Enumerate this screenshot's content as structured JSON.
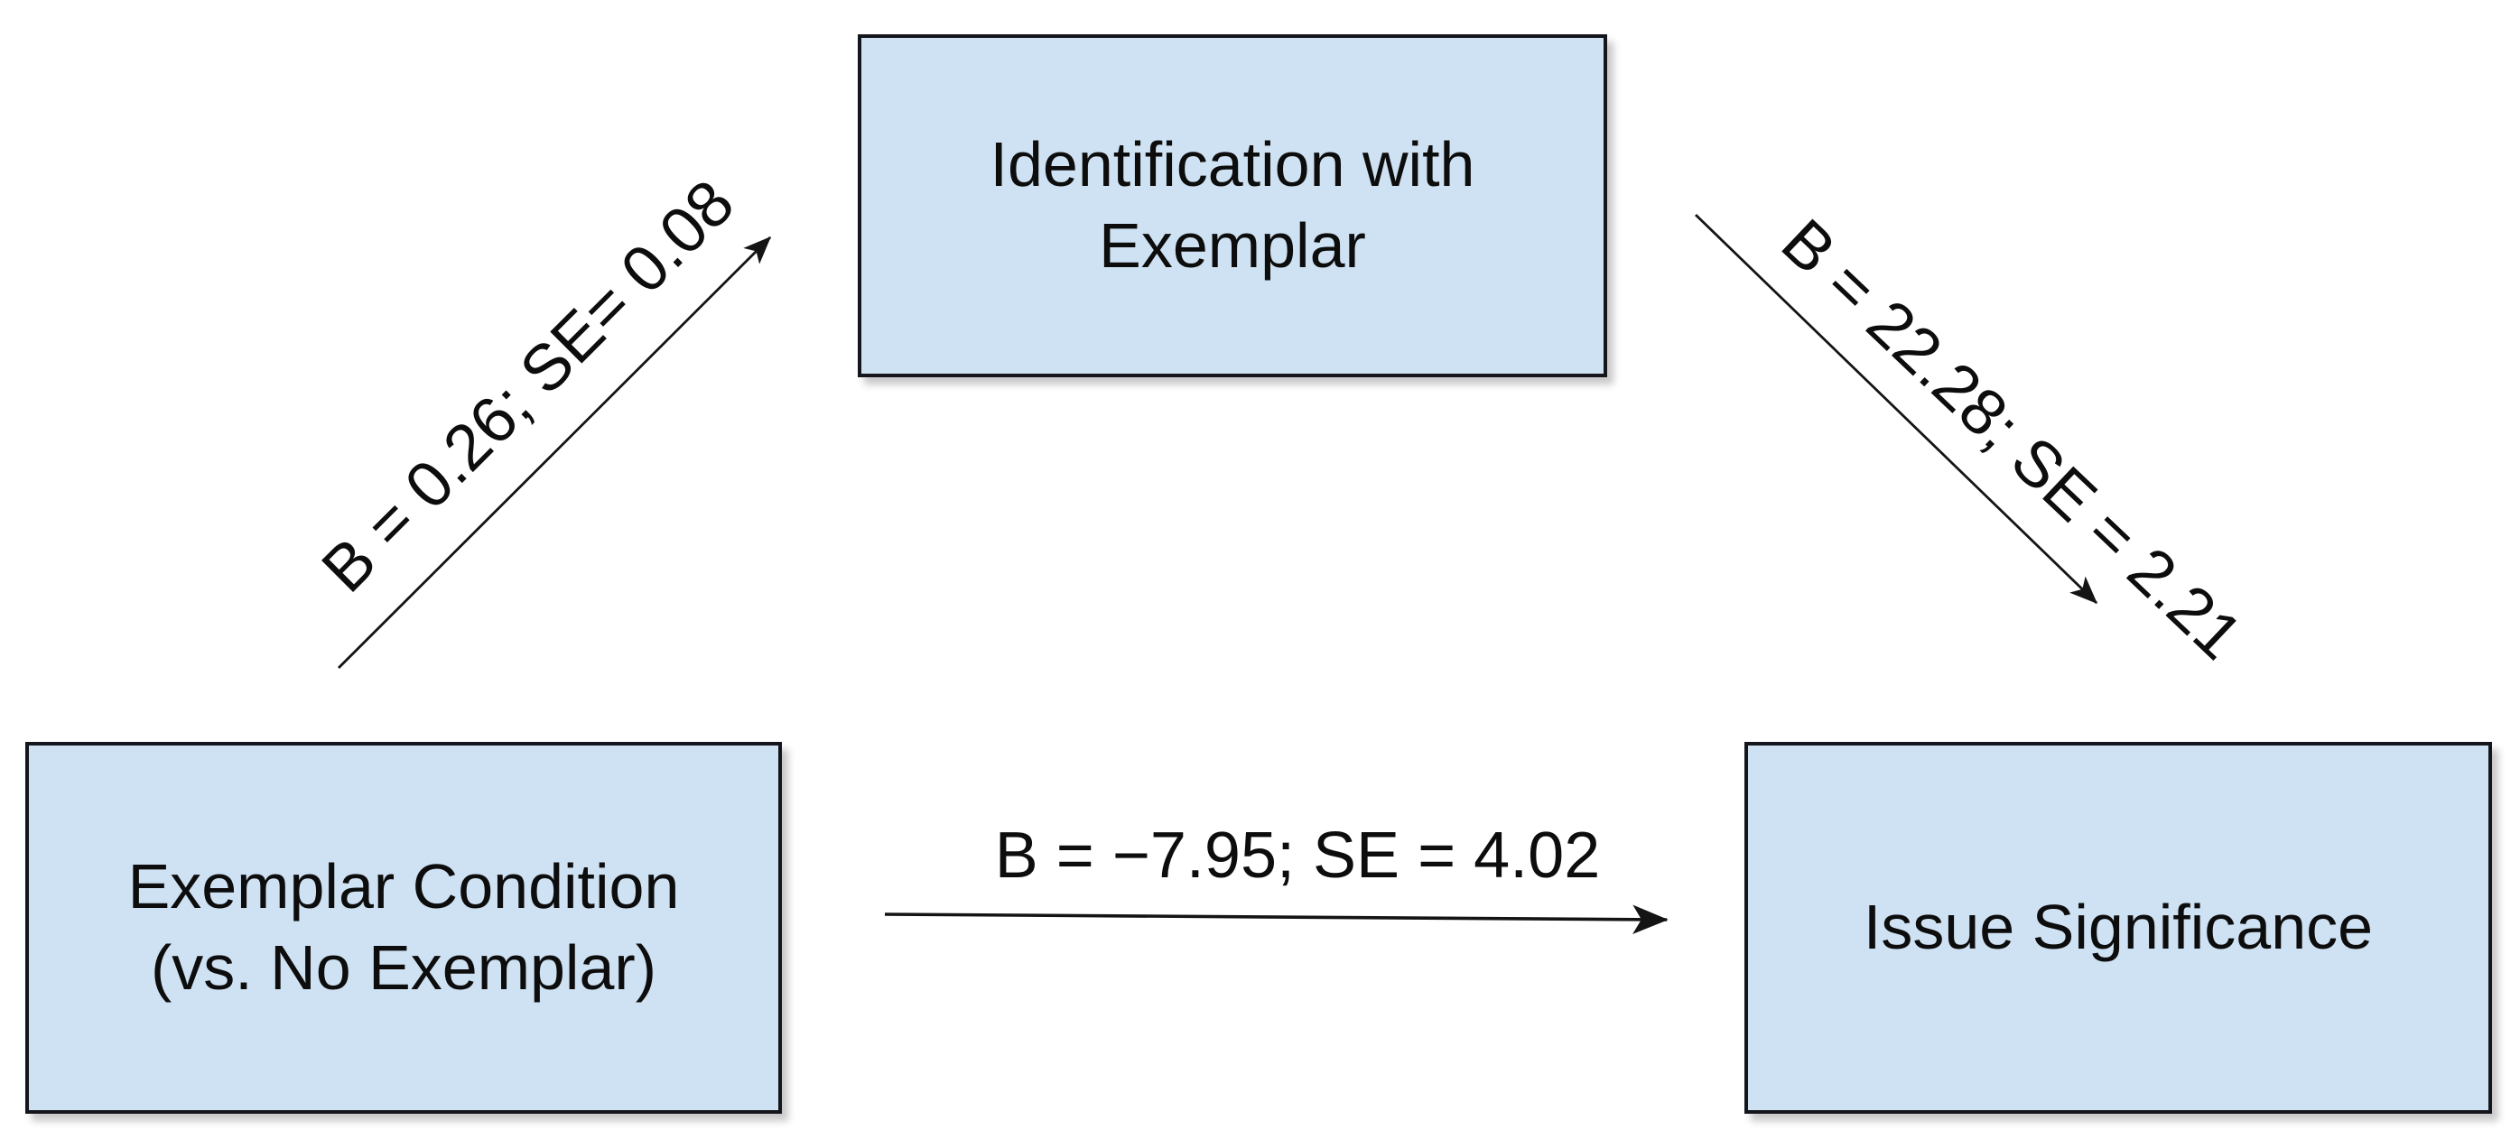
{
  "figure": {
    "type": "mediation-path-diagram",
    "background_color": "#ffffff",
    "node_fill_color": "#cfe2f3",
    "node_border_color": "#14161c",
    "arrow_color": "#141414",
    "text_color": "#0d0d0d",
    "nodes": {
      "predictor": {
        "line1": "Exemplar Condition",
        "line2": "(vs. No Exemplar)"
      },
      "mediator": {
        "line1": "Identification with",
        "line2": "Exemplar"
      },
      "outcome": {
        "line1": "Issue Significance"
      }
    },
    "paths": {
      "predictor_to_mediator": {
        "label": "B = 0.26; SE= 0.08"
      },
      "mediator_to_outcome": {
        "label": "B = 22.28; SE = 2.21"
      },
      "predictor_to_outcome": {
        "label": "B = −7.95; SE = 4.02"
      }
    }
  }
}
